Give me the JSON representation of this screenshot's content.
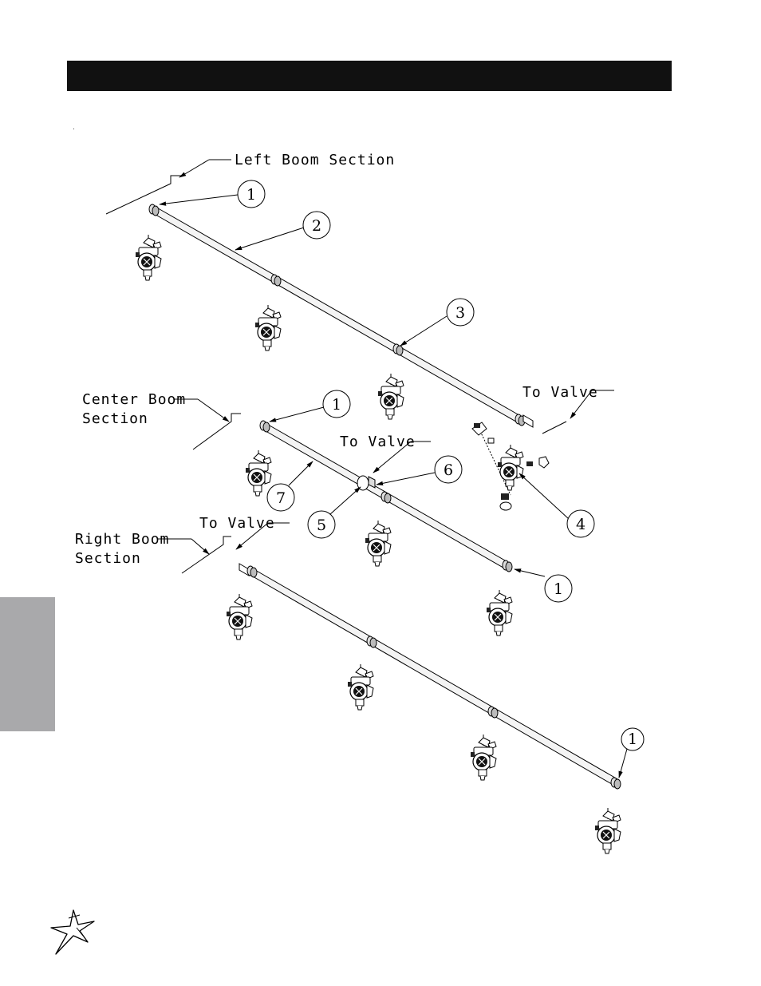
{
  "labels": {
    "left_boom": "Left Boom Section",
    "center_boom_l1": "Center Boom",
    "center_boom_l2": "Section",
    "right_boom_l1": "Right Boom",
    "right_boom_l2": "Section",
    "to_valve_1": "To Valve",
    "to_valve_2": "To Valve",
    "to_valve_3": "To Valve"
  },
  "callouts": [
    "1",
    "2",
    "3",
    "1",
    "6",
    "7",
    "5",
    "4",
    "1",
    "1"
  ],
  "colors": {
    "header_bar": "#111111",
    "side_tab": "#a9a9ab",
    "line": "#000000"
  }
}
